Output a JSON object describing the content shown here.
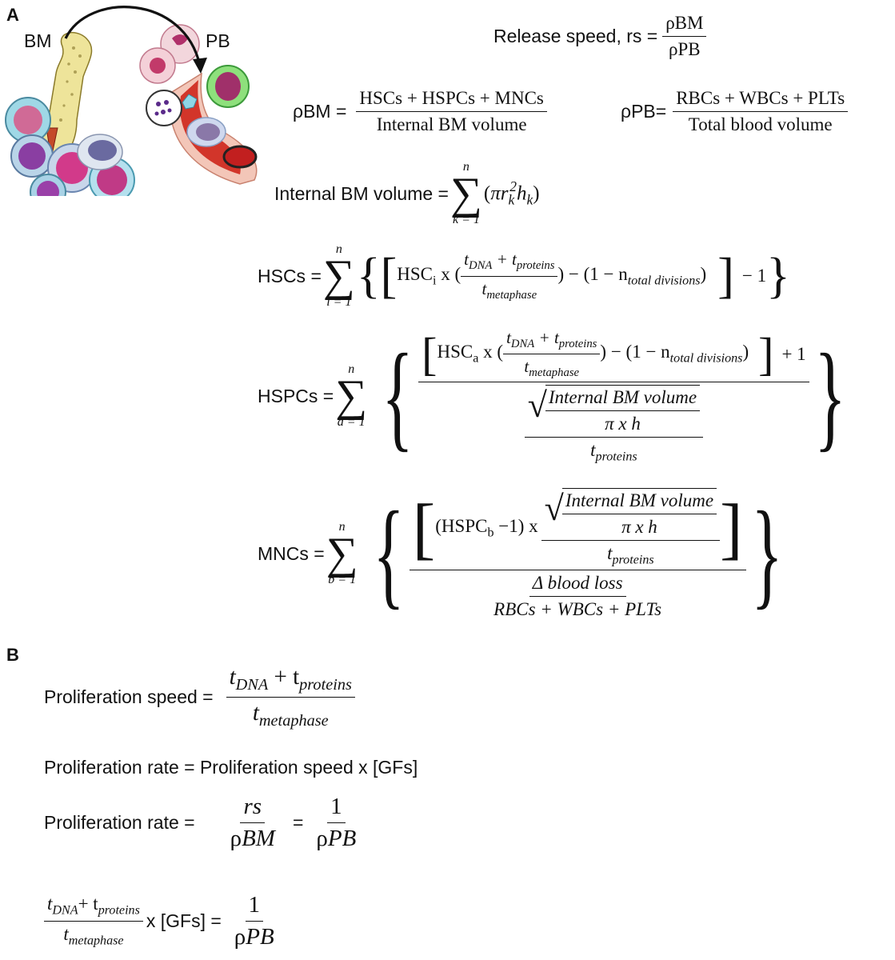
{
  "panel_a": {
    "label": "A",
    "bm_label": "BM",
    "pb_label": "PB",
    "release_speed": {
      "lhs": "Release speed, rs  =",
      "num": "ρBM",
      "den": "ρPB"
    },
    "rho_bm": {
      "lhs": "ρBM =",
      "num": "HSCs + HSPCs + MNCs",
      "den": "Internal BM volume"
    },
    "rho_pb": {
      "lhs": "ρPB=",
      "num": "RBCs + WBCs + PLTs",
      "den": "Total blood volume"
    },
    "bm_volume": {
      "lhs": "Internal BM volume =",
      "upper": "n",
      "lower": "k = 1",
      "pi": "πr",
      "k_sub": "k",
      "two": "2",
      "h": "h",
      "k2": "k"
    },
    "hscs": {
      "lhs": "HSCs  =",
      "upper": "n",
      "lower": "i = 1",
      "hsc": "HSC",
      "hsc_sub": "i",
      "x": " x (",
      "tdna": "t",
      "dna": "DNA",
      "plus": " +  t",
      "prot": "proteins",
      "tmeta": "t",
      "meta": "metaphase",
      "close": ")  − (1 − n",
      "total": "total divisions",
      "end": ")",
      "minus1": "− 1"
    },
    "hspcs": {
      "lhs": "HSPCs =",
      "upper": "n",
      "lower": "a = 1",
      "hsc": "HSC",
      "hsc_sub": "a",
      "x": " x (",
      "tdna": "t",
      "dna": "DNA",
      "plus": " +  t",
      "prot": "proteins",
      "tmeta": "t",
      "meta": "metaphase",
      "close": ")  − (1 − n",
      "total": "total divisions",
      "end": ")",
      "plus1": "+ 1",
      "vol": "Internal BM volume",
      "pixh": "π x h",
      "tp": "t",
      "tp_sub": "proteins"
    },
    "mncs": {
      "lhs": "MNCs =",
      "upper": "n",
      "lower": "b = 1",
      "hspc": "(HSPC",
      "hspc_sub": "b",
      "m1": " −1)  x",
      "vol": "Internal BM volume",
      "pixh": "π x h",
      "tp": "t",
      "tp_sub": "proteins",
      "loss": "Δ blood loss",
      "cells": "RBCs + WBCs + PLTs"
    }
  },
  "panel_b": {
    "label": "B",
    "prolif_speed": {
      "lhs": "Proliferation speed =",
      "tdna": "t",
      "dna": "DNA",
      "plus": " +  t",
      "prot": "proteins",
      "tmeta": "t",
      "meta": "metaphase"
    },
    "prolif_rate1": {
      "text": "Proliferation rate =  Proliferation speed x [GFs]"
    },
    "prolif_rate2": {
      "lhs": "Proliferation rate =",
      "num1": "rs",
      "den1_rho": "ρ",
      "den1": "BM",
      "eq": "=",
      "num2": "1",
      "den2_rho": "ρ",
      "den2": "PB"
    },
    "final": {
      "tdna": "t",
      "dna": "DNA",
      "plus": "+ t",
      "prot": "proteins",
      "tmeta": "t",
      "meta": "metaphase",
      "gfs": "x [GFs] =",
      "num": "1",
      "den_rho": "ρ",
      "den": "PB"
    }
  }
}
